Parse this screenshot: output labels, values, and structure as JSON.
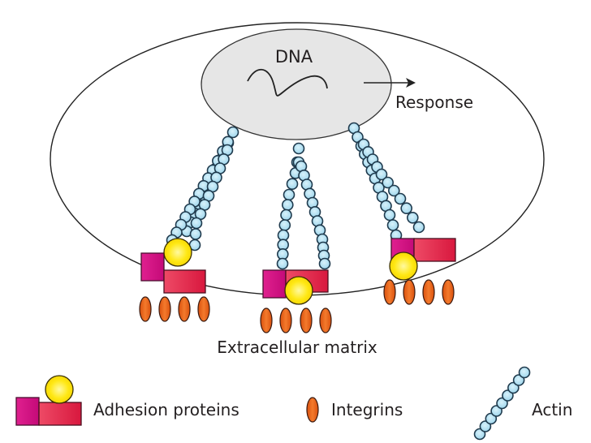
{
  "diagram": {
    "title": "",
    "labels": {
      "nucleus": "DNA",
      "response": "Response",
      "matrix": "Extracellular matrix"
    },
    "legend": [
      {
        "key": "adhesion",
        "label": "Adhesion proteins",
        "icon": "adhesion-protein-icon"
      },
      {
        "key": "integrin",
        "label": "Integrins",
        "icon": "integrin-icon"
      },
      {
        "key": "actin",
        "label": "Actin",
        "icon": "actin-filament-icon"
      }
    ],
    "adhesion_sites": [
      {
        "name": "left",
        "integrin_count": 4,
        "actin_strands": 2
      },
      {
        "name": "center",
        "integrin_count": 4,
        "actin_strands": 2
      },
      {
        "name": "right",
        "integrin_count": 4,
        "actin_strands": 2
      }
    ],
    "colors": {
      "cell_outline": "#222222",
      "nucleus_fill": "#e6e6e6",
      "actin": "#aee0f2",
      "actin_outline": "#1f3a4d",
      "integrin": "#e8601a",
      "adhesion_magenta": "#d6188a",
      "adhesion_red": "#e0284a",
      "adhesion_yellow": "#fde600",
      "text": "#231f20"
    }
  }
}
